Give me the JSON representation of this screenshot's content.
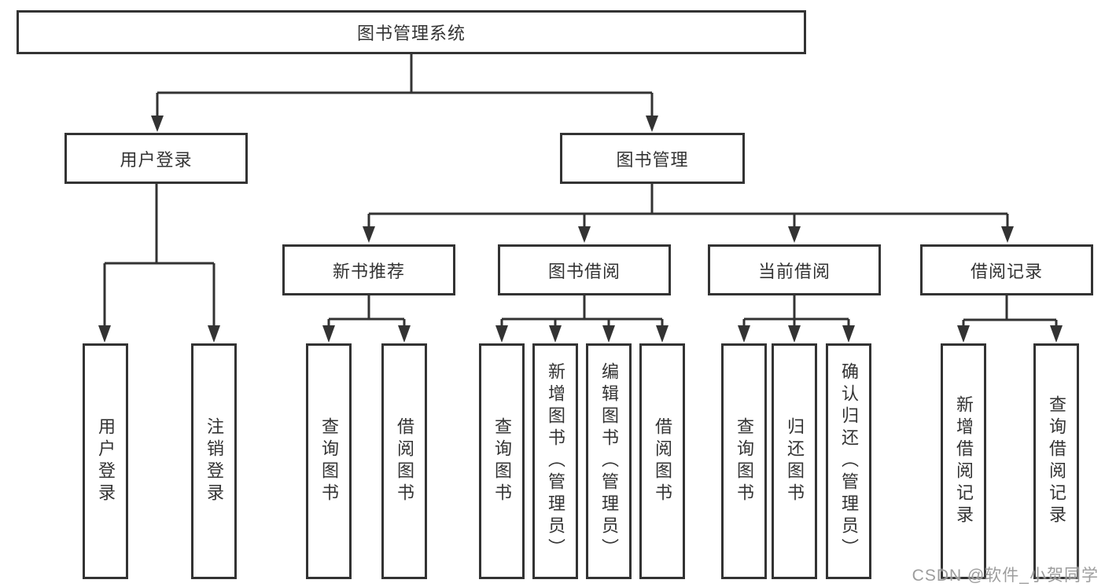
{
  "tree": {
    "root": {
      "label": "图书管理系统"
    },
    "branches": [
      {
        "label": "用户登录",
        "children": [
          {
            "label": "用户登录"
          },
          {
            "label": "注销登录"
          }
        ]
      },
      {
        "label": "图书管理",
        "children": [
          {
            "label": "新书推荐",
            "children": [
              {
                "label": "查询图书"
              },
              {
                "label": "借阅图书"
              }
            ]
          },
          {
            "label": "图书借阅",
            "children": [
              {
                "label": "查询图书"
              },
              {
                "label": "新增图书（管理员）"
              },
              {
                "label": "编辑图书（管理员）"
              },
              {
                "label": "借阅图书"
              }
            ]
          },
          {
            "label": "当前借阅",
            "children": [
              {
                "label": "查询图书"
              },
              {
                "label": "归还图书"
              },
              {
                "label": "确认归还（管理员）"
              }
            ]
          },
          {
            "label": "借阅记录",
            "children": [
              {
                "label": "新增借阅记录"
              },
              {
                "label": "查询借阅记录"
              }
            ]
          }
        ]
      }
    ]
  },
  "watermark": {
    "text": "CSDN @软件_小贺同学"
  },
  "colors": {
    "line": "#333333",
    "text": "#333333",
    "background": "#ffffff",
    "watermark": "#8c8c8c"
  }
}
